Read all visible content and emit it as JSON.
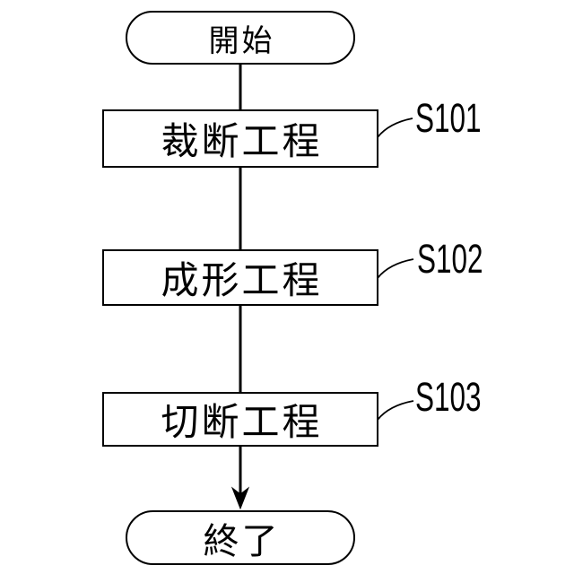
{
  "diagram": {
    "type": "flowchart",
    "direction": "top-down",
    "colors": {
      "line": "#000000",
      "background": "#ffffff",
      "node_fill": "#ffffff",
      "text": "#000000"
    },
    "nodes": [
      {
        "id": "start",
        "shape": "terminal",
        "label": "開始"
      },
      {
        "id": "s101",
        "shape": "process",
        "label": "裁断工程",
        "step_tag": "S101"
      },
      {
        "id": "s102",
        "shape": "process",
        "label": "成形工程",
        "step_tag": "S102"
      },
      {
        "id": "s103",
        "shape": "process",
        "label": "切断工程",
        "step_tag": "S103"
      },
      {
        "id": "end",
        "shape": "terminal",
        "label": "終了"
      }
    ],
    "edges": [
      {
        "from": "start",
        "to": "s101",
        "arrowhead": false
      },
      {
        "from": "s101",
        "to": "s102",
        "arrowhead": false
      },
      {
        "from": "s102",
        "to": "s103",
        "arrowhead": false
      },
      {
        "from": "s103",
        "to": "end",
        "arrowhead": true
      }
    ]
  }
}
